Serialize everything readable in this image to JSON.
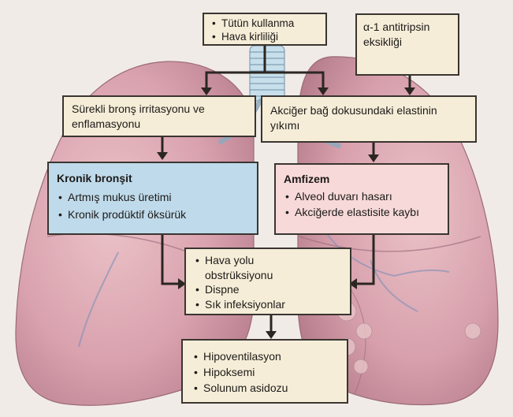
{
  "causes": {
    "items": [
      "Tütün kullanma",
      "Hava kirliliği"
    ]
  },
  "alpha": {
    "text": "α-1 antitripsin eksikliği"
  },
  "irritation": {
    "text": "Sürekli bronş irritasyonu ve enflamasyonu"
  },
  "elastin": {
    "text": "Akciğer bağ dokusundaki elastinin yıkımı"
  },
  "bronchitis": {
    "title": "Kronik bronşit",
    "items": [
      "Artmış mukus üretimi",
      "Kronik prodüktif öksürük"
    ]
  },
  "emphysema": {
    "title": "Amfizem",
    "items": [
      "Alveol duvarı hasarı",
      "Akciğerde elastisite kaybı"
    ]
  },
  "obstruction": {
    "items": [
      "Hava yolu obstrüksiyonu",
      "Dispne",
      "Sık infeksiyonlar"
    ]
  },
  "outcome": {
    "items": [
      "Hipoventilasyon",
      "Hipoksemi",
      "Solunum asidozu"
    ]
  },
  "colors": {
    "beige_box": "#f6edd8",
    "blue_box": "#bfdaea",
    "pink_box": "#f6d9d8",
    "arrow": "#2b2622",
    "lung": "#d9a4b0"
  }
}
